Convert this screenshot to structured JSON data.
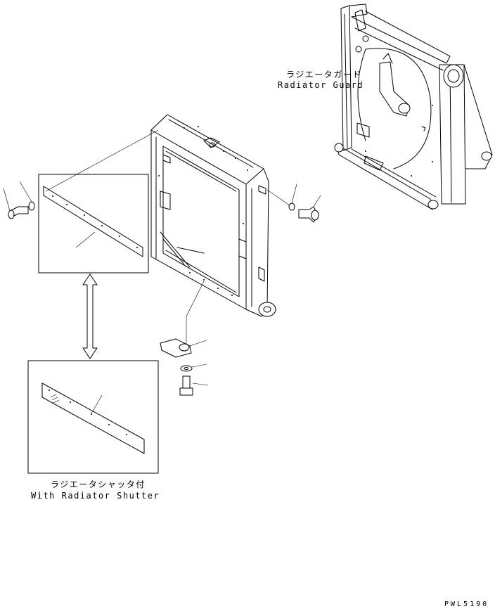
{
  "labels": {
    "radiator_guard_jp": "ラジエータガード",
    "radiator_guard_en": "Radiator Guard",
    "shutter_jp": "ラジエータシャッタ付",
    "shutter_en": "With Radiator Shutter",
    "drawing_code": "PWL5190"
  }
}
